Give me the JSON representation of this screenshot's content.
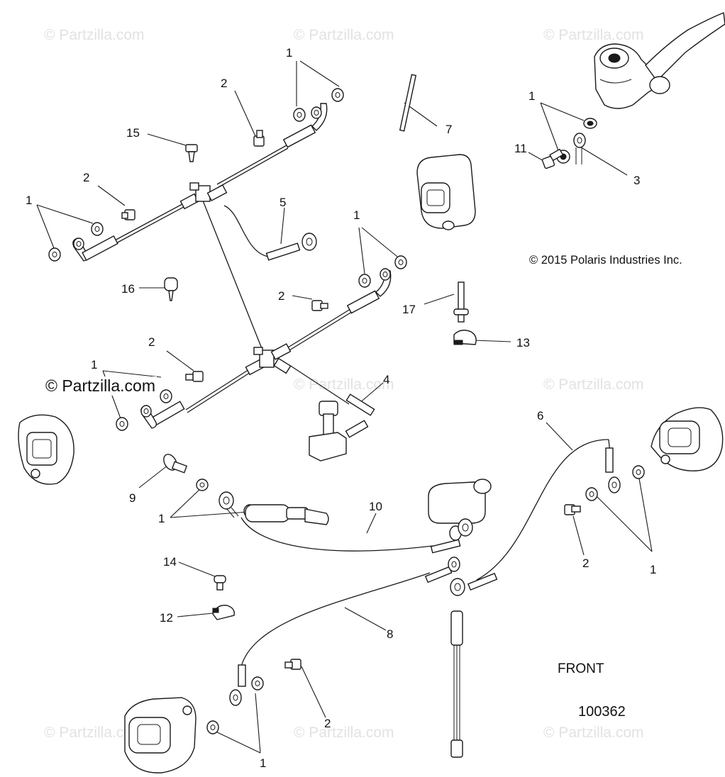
{
  "watermarks": [
    "© Partzilla.com",
    "© Partzilla.com",
    "© Partzilla.com",
    "© Partzilla.com",
    "© Partzilla.com",
    "© Partzilla.com",
    "© Partzilla.com",
    "© Partzilla.com"
  ],
  "site_badge": "© Partzilla.com",
  "copyright": "© 2015 Polaris Industries Inc.",
  "front_label": "FRONT",
  "diagram_number": "100362",
  "callouts": [
    "1",
    "2",
    "15",
    "7",
    "1",
    "11",
    "3",
    "2",
    "1",
    "5",
    "1",
    "16",
    "2",
    "17",
    "13",
    "2",
    "1",
    "4",
    "6",
    "9",
    "1",
    "10",
    "14",
    "2",
    "1",
    "12",
    "8",
    "2",
    "1"
  ]
}
